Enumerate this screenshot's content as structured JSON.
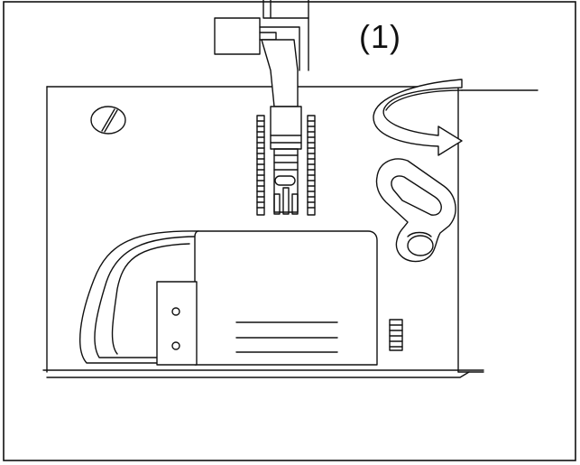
{
  "figure": {
    "step_label": "(1)",
    "line_color": "#111111",
    "background": "#ffffff",
    "parts": [
      "presser-foot",
      "screw-icon",
      "needle-plate",
      "feed-dogs",
      "rotation-arrow-icon",
      "bobbin-cover-latch",
      "free-arm-cover",
      "bobbin-case-plate",
      "ridged-grip"
    ]
  }
}
